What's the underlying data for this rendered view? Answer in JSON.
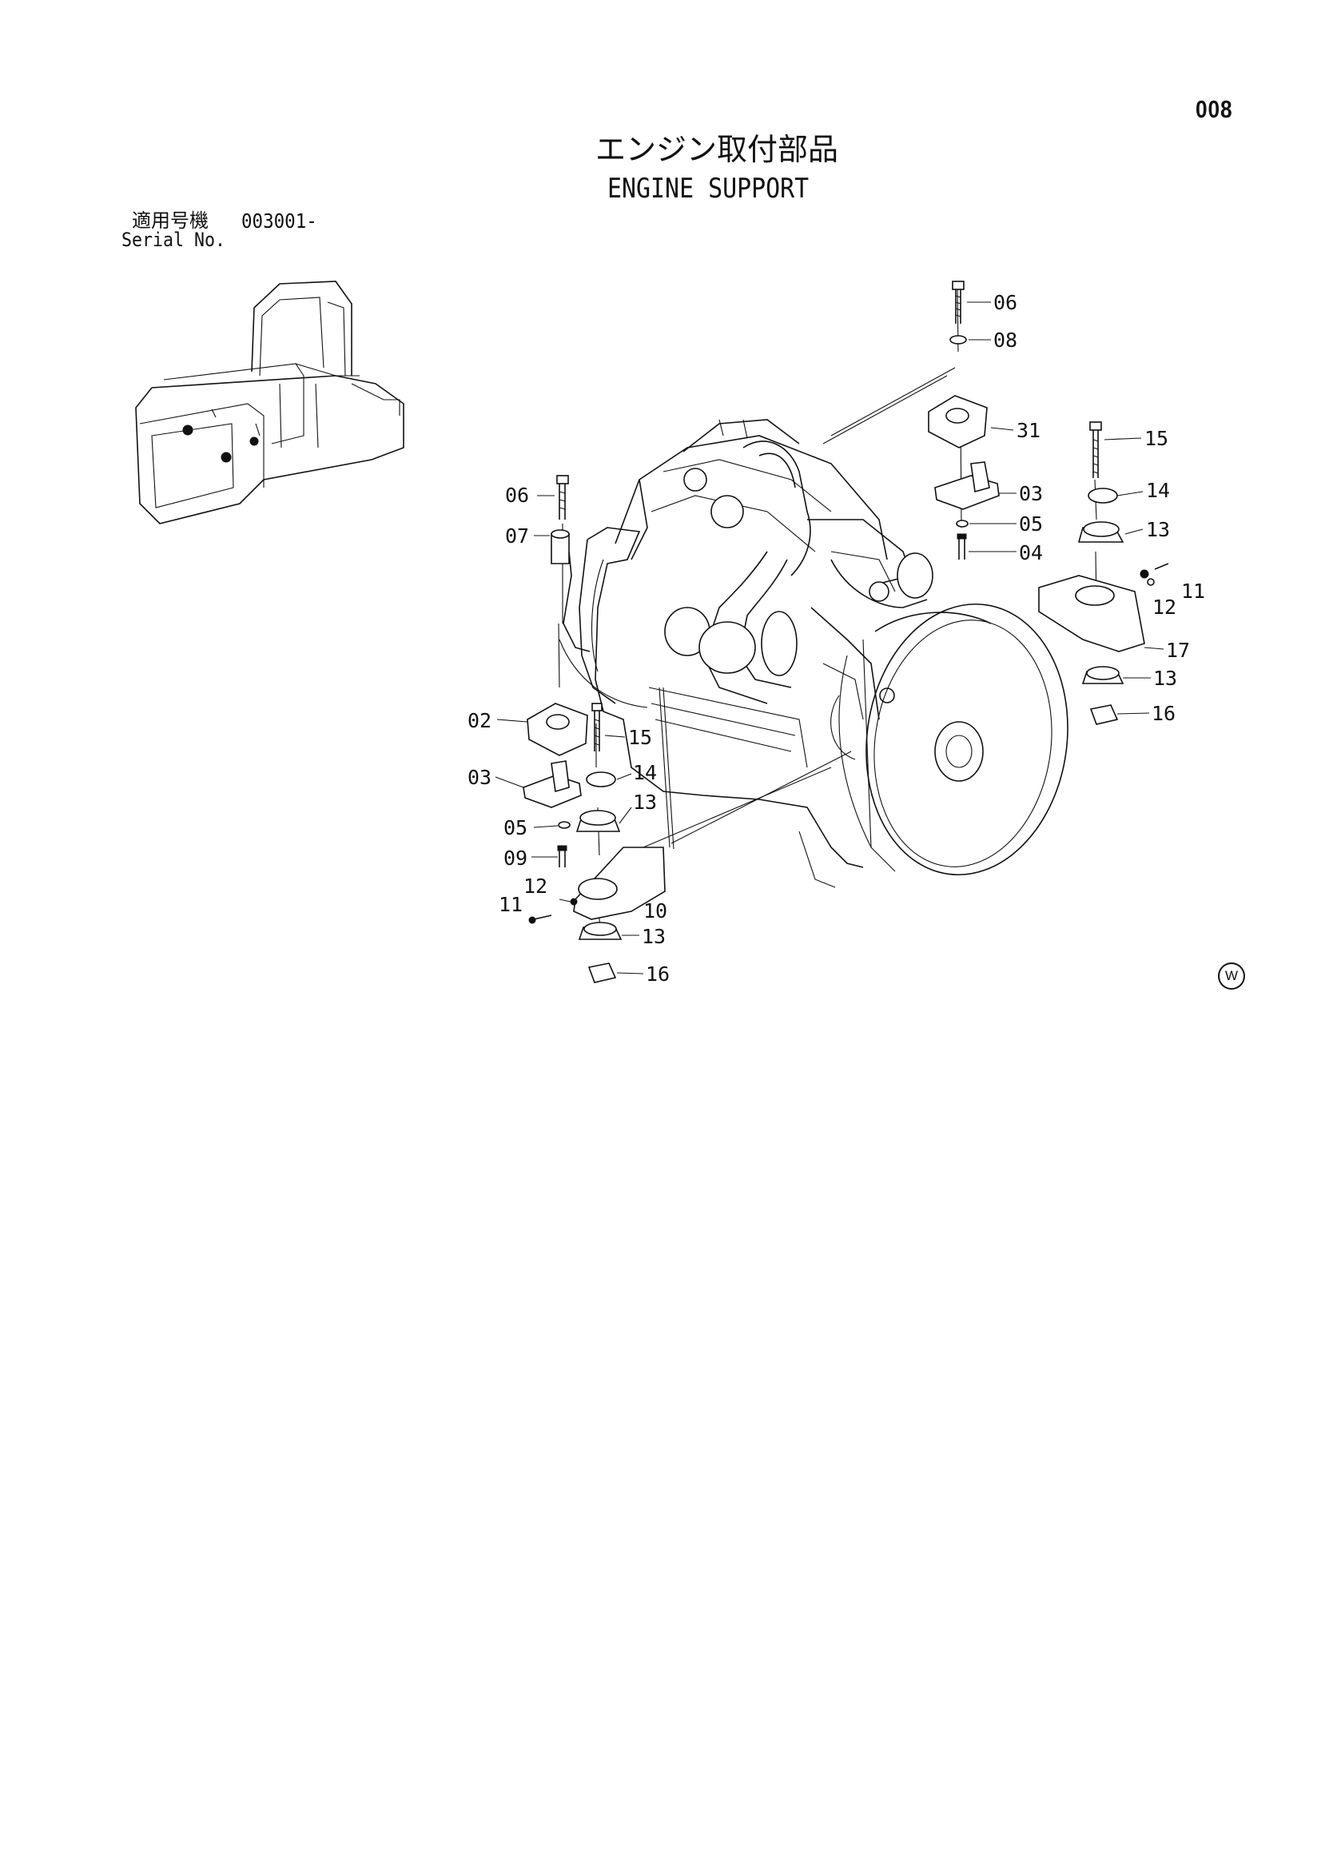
{
  "page_number": "008",
  "title_ja": "エンジン取付部品",
  "title_en": "ENGINE SUPPORT",
  "serial": {
    "label_ja": "適用号機",
    "value": "003001-",
    "label_en": "Serial No."
  },
  "watermark": "W",
  "callouts": [
    {
      "id": "c-06-top",
      "label": "06"
    },
    {
      "id": "c-08",
      "label": "08"
    },
    {
      "id": "c-31",
      "label": "31"
    },
    {
      "id": "c-03-right",
      "label": "03"
    },
    {
      "id": "c-05-right",
      "label": "05"
    },
    {
      "id": "c-04",
      "label": "04"
    },
    {
      "id": "c-15-right",
      "label": "15"
    },
    {
      "id": "c-14-right",
      "label": "14"
    },
    {
      "id": "c-13-right-a",
      "label": "13"
    },
    {
      "id": "c-11-right",
      "label": "11"
    },
    {
      "id": "c-12-right",
      "label": "12"
    },
    {
      "id": "c-17",
      "label": "17"
    },
    {
      "id": "c-13-right-b",
      "label": "13"
    },
    {
      "id": "c-16-right",
      "label": "16"
    },
    {
      "id": "c-06-left",
      "label": "06"
    },
    {
      "id": "c-07",
      "label": "07"
    },
    {
      "id": "c-02",
      "label": "02"
    },
    {
      "id": "c-15-left",
      "label": "15"
    },
    {
      "id": "c-03-left",
      "label": "03"
    },
    {
      "id": "c-14-left",
      "label": "14"
    },
    {
      "id": "c-13-left-a",
      "label": "13"
    },
    {
      "id": "c-05-left",
      "label": "05"
    },
    {
      "id": "c-09",
      "label": "09"
    },
    {
      "id": "c-12-left",
      "label": "12"
    },
    {
      "id": "c-11-left",
      "label": "11"
    },
    {
      "id": "c-10",
      "label": "10"
    },
    {
      "id": "c-13-left-b",
      "label": "13"
    },
    {
      "id": "c-16-left",
      "label": "16"
    }
  ]
}
